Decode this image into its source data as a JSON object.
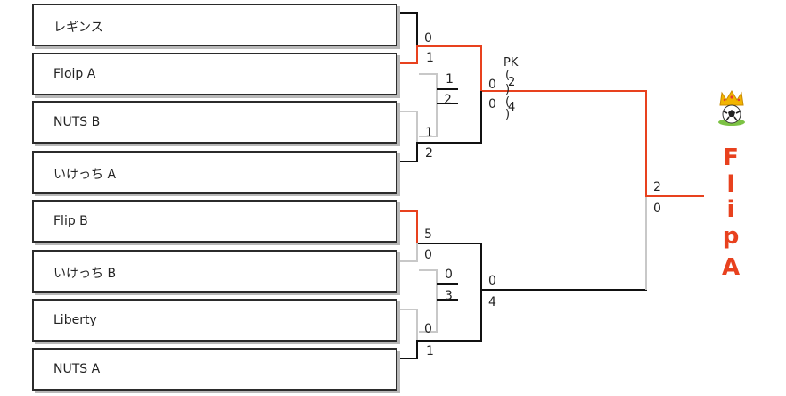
{
  "teams": [
    "レギンス",
    "Floip A",
    "NUTS B",
    "いけっち A",
    "Flip B",
    "いけっち B",
    "Liberty",
    "NUTS A"
  ],
  "round1": {
    "m1": [
      "0",
      "1"
    ],
    "m2a": [
      "1",
      "2"
    ],
    "m2": [
      "1",
      "2"
    ],
    "m3": [
      "5",
      "0"
    ],
    "m4a": [
      "0",
      "3"
    ],
    "m4": [
      "0",
      "1"
    ]
  },
  "semis": {
    "top": [
      "0",
      "0"
    ],
    "top_pk_label": "PK",
    "top_pk": [
      "2",
      "4"
    ],
    "bottom": [
      "0",
      "4"
    ]
  },
  "final": [
    "2",
    "0"
  ],
  "winner": {
    "chars": [
      "F",
      "l",
      "i",
      "p",
      "A"
    ],
    "icon": "crowned-soccer-ball-icon"
  },
  "colors": {
    "winner_line": "#e8411e",
    "loser_line": "#111111",
    "bye_line": "#c8c8c8"
  }
}
